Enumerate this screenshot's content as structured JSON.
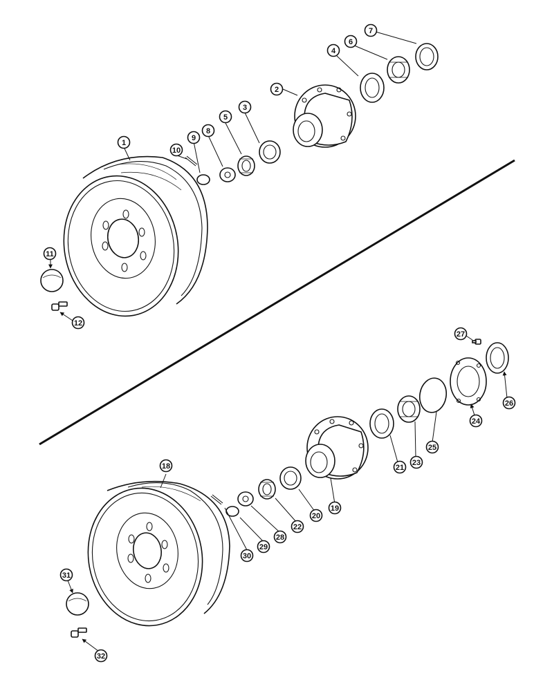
{
  "diagram": {
    "callouts": [
      "1",
      "2",
      "3",
      "4",
      "5",
      "6",
      "7",
      "8",
      "9",
      "10",
      "11",
      "12",
      "18",
      "19",
      "20",
      "21",
      "22",
      "23",
      "24",
      "25",
      "26",
      "27",
      "28",
      "29",
      "30",
      "31",
      "32"
    ]
  },
  "colors": {
    "ink": "#111111",
    "paper": "#ffffff"
  }
}
